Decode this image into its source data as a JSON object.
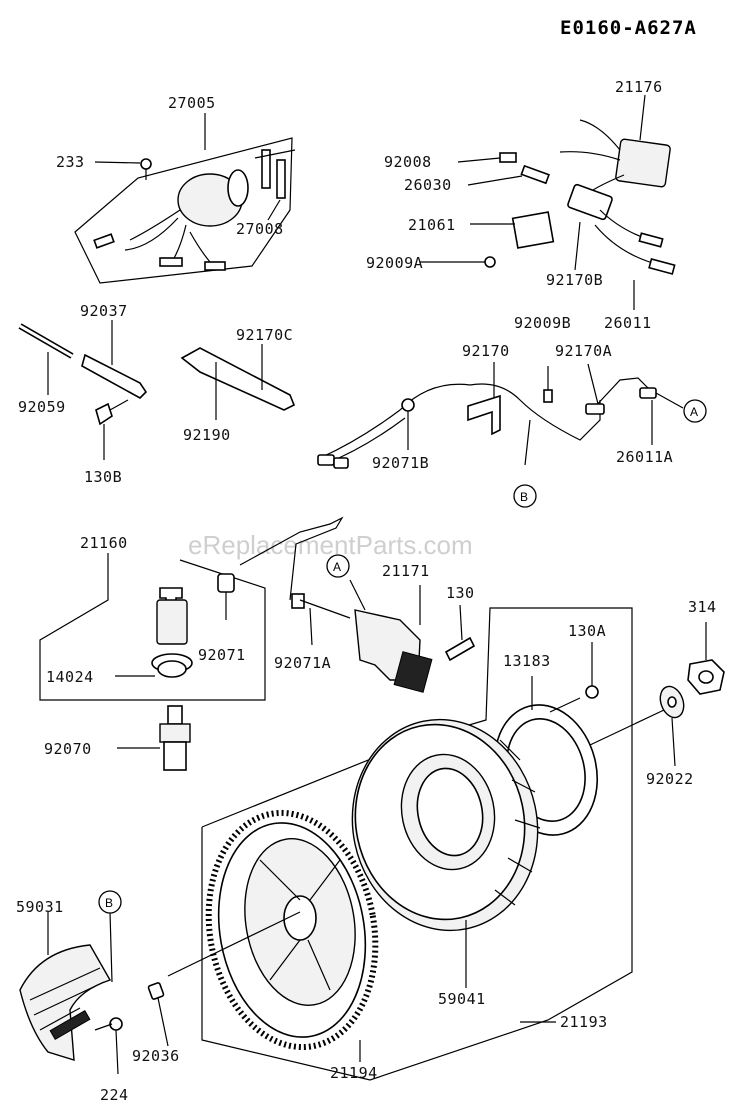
{
  "diagram_code": "E0160-A627A",
  "watermark": "eReplacementParts.com",
  "callouts": {
    "a": "A",
    "b": "B"
  },
  "labels": {
    "p27005": "27005",
    "p233": "233",
    "p27008": "27008",
    "p21176": "21176",
    "p92008": "92008",
    "p26030": "26030",
    "p21061": "21061",
    "p92009a": "92009A",
    "p92170b": "92170B",
    "p26011": "26011",
    "p92037": "92037",
    "p92059": "92059",
    "p130b": "130B",
    "p92170c": "92170C",
    "p92190": "92190",
    "p92009b": "92009B",
    "p92170": "92170",
    "p92170a": "92170A",
    "p92071b": "92071B",
    "p26011a": "26011A",
    "p21160": "21160",
    "p21171": "21171",
    "p130": "130",
    "p314": "314",
    "p14024": "14024",
    "p92071": "92071",
    "p92071a": "92071A",
    "p13183": "13183",
    "p130a": "130A",
    "p92070": "92070",
    "p92022": "92022",
    "p59031": "59031",
    "p59041": "59041",
    "p21193": "21193",
    "p92036": "92036",
    "p21194": "21194",
    "p224": "224"
  }
}
